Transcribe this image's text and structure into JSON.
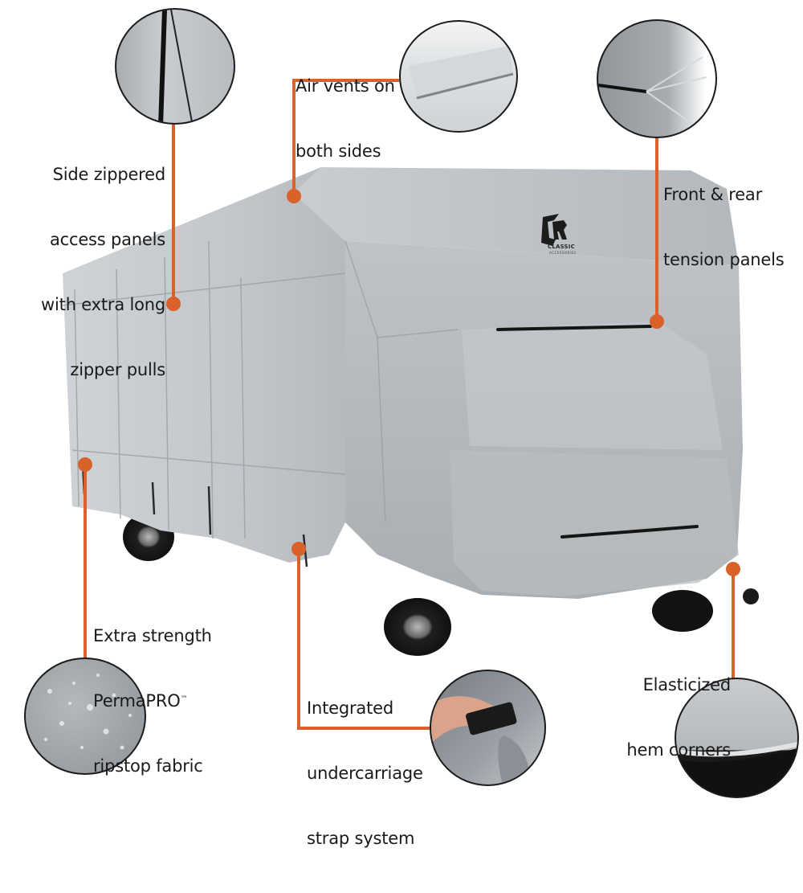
{
  "brand": {
    "name": "CLASSIC",
    "sub": "ACCESSORIES",
    "accent_color": "#d9622b",
    "fabric_color": "#b9bdc1"
  },
  "callouts": [
    {
      "id": "side-zippered",
      "lines": [
        "Side zippered",
        "access panels",
        "with extra long",
        "zipper pulls"
      ],
      "inset": "zipper-closeup"
    },
    {
      "id": "air-vents",
      "lines": [
        "Air vents on",
        "both sides"
      ],
      "inset": "vent-closeup"
    },
    {
      "id": "tension-panels",
      "lines": [
        "Front & rear",
        "tension panels"
      ],
      "inset": "tension-panel-closeup"
    },
    {
      "id": "ripstop",
      "lines": [
        "Extra strength",
        "PermaPRO",
        "ripstop fabric"
      ],
      "tm": "™",
      "inset": "water-droplets-closeup"
    },
    {
      "id": "strap-system",
      "lines": [
        "Integrated",
        "undercarriage",
        "strap system"
      ],
      "inset": "buckle-closeup"
    },
    {
      "id": "hem-corners",
      "lines": [
        "Elasticized",
        "hem corners"
      ],
      "inset": "hem-corner-closeup"
    }
  ]
}
